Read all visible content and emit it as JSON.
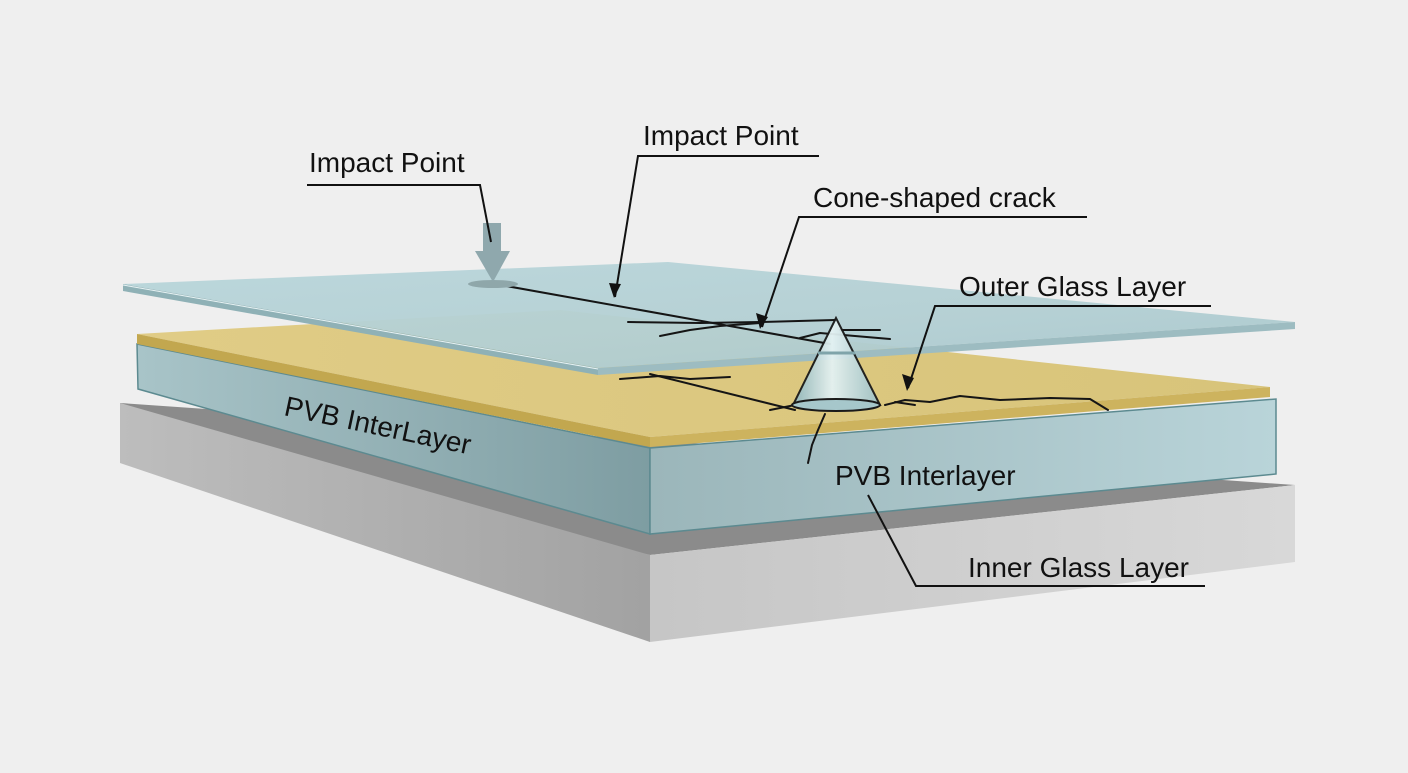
{
  "diagram": {
    "type": "laminated-glass-cross-section",
    "colors": {
      "background": "#efefef",
      "outer_glass": "#b6d3d8",
      "pvb_top": "#d9c57a",
      "pvb_edge": "#c8b05c",
      "interlayer_block": "#9fbcc1",
      "inner_glass_top": "#8a8a8a",
      "inner_glass_side": "#cfcfcf",
      "arrow": "#8fa9ae"
    },
    "labels": {
      "impact_point_left": "Impact Point",
      "impact_point_top": "Impact Point",
      "cone_crack": "Cone-shaped crack",
      "outer_glass": "Outer Glass Layer",
      "pvb_interlayer_side": "PVB InterLayer",
      "pvb_interlayer_front": "PVB Interlayer",
      "inner_glass": "Inner Glass Layer"
    }
  }
}
